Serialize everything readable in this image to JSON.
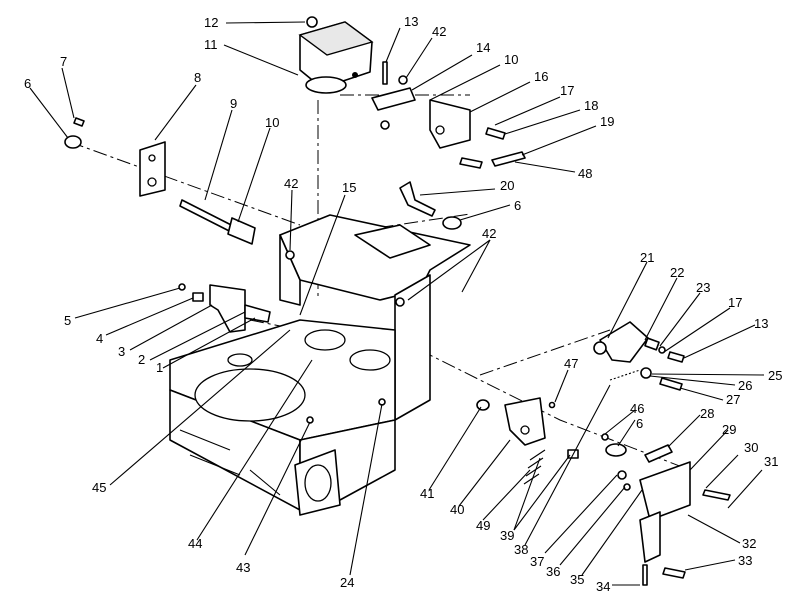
{
  "callouts": [
    {
      "id": "c1",
      "label": "1"
    },
    {
      "id": "c2",
      "label": "2"
    },
    {
      "id": "c3",
      "label": "3"
    },
    {
      "id": "c4",
      "label": "4"
    },
    {
      "id": "c5",
      "label": "5"
    },
    {
      "id": "c6a",
      "label": "6"
    },
    {
      "id": "c6b",
      "label": "6"
    },
    {
      "id": "c6c",
      "label": "6"
    },
    {
      "id": "c7",
      "label": "7"
    },
    {
      "id": "c8",
      "label": "8"
    },
    {
      "id": "c9",
      "label": "9"
    },
    {
      "id": "c10a",
      "label": "10"
    },
    {
      "id": "c10b",
      "label": "10"
    },
    {
      "id": "c11",
      "label": "11"
    },
    {
      "id": "c12",
      "label": "12"
    },
    {
      "id": "c13a",
      "label": "13"
    },
    {
      "id": "c13b",
      "label": "13"
    },
    {
      "id": "c14",
      "label": "14"
    },
    {
      "id": "c15",
      "label": "15"
    },
    {
      "id": "c16",
      "label": "16"
    },
    {
      "id": "c17a",
      "label": "17"
    },
    {
      "id": "c17b",
      "label": "17"
    },
    {
      "id": "c18",
      "label": "18"
    },
    {
      "id": "c19",
      "label": "19"
    },
    {
      "id": "c20",
      "label": "20"
    },
    {
      "id": "c21",
      "label": "21"
    },
    {
      "id": "c22",
      "label": "22"
    },
    {
      "id": "c23",
      "label": "23"
    },
    {
      "id": "c24",
      "label": "24"
    },
    {
      "id": "c25",
      "label": "25"
    },
    {
      "id": "c26",
      "label": "26"
    },
    {
      "id": "c27",
      "label": "27"
    },
    {
      "id": "c28",
      "label": "28"
    },
    {
      "id": "c29",
      "label": "29"
    },
    {
      "id": "c30",
      "label": "30"
    },
    {
      "id": "c31",
      "label": "31"
    },
    {
      "id": "c32",
      "label": "32"
    },
    {
      "id": "c33",
      "label": "33"
    },
    {
      "id": "c34",
      "label": "34"
    },
    {
      "id": "c35",
      "label": "35"
    },
    {
      "id": "c36",
      "label": "36"
    },
    {
      "id": "c37",
      "label": "37"
    },
    {
      "id": "c38",
      "label": "38"
    },
    {
      "id": "c39",
      "label": "39"
    },
    {
      "id": "c40",
      "label": "40"
    },
    {
      "id": "c41",
      "label": "41"
    },
    {
      "id": "c42a",
      "label": "42"
    },
    {
      "id": "c42b",
      "label": "42"
    },
    {
      "id": "c42c",
      "label": "42"
    },
    {
      "id": "c43",
      "label": "43"
    },
    {
      "id": "c44",
      "label": "44"
    },
    {
      "id": "c45",
      "label": "45"
    },
    {
      "id": "c46",
      "label": "46"
    },
    {
      "id": "c47",
      "label": "47"
    },
    {
      "id": "c48",
      "label": "48"
    },
    {
      "id": "c49",
      "label": "49"
    }
  ]
}
